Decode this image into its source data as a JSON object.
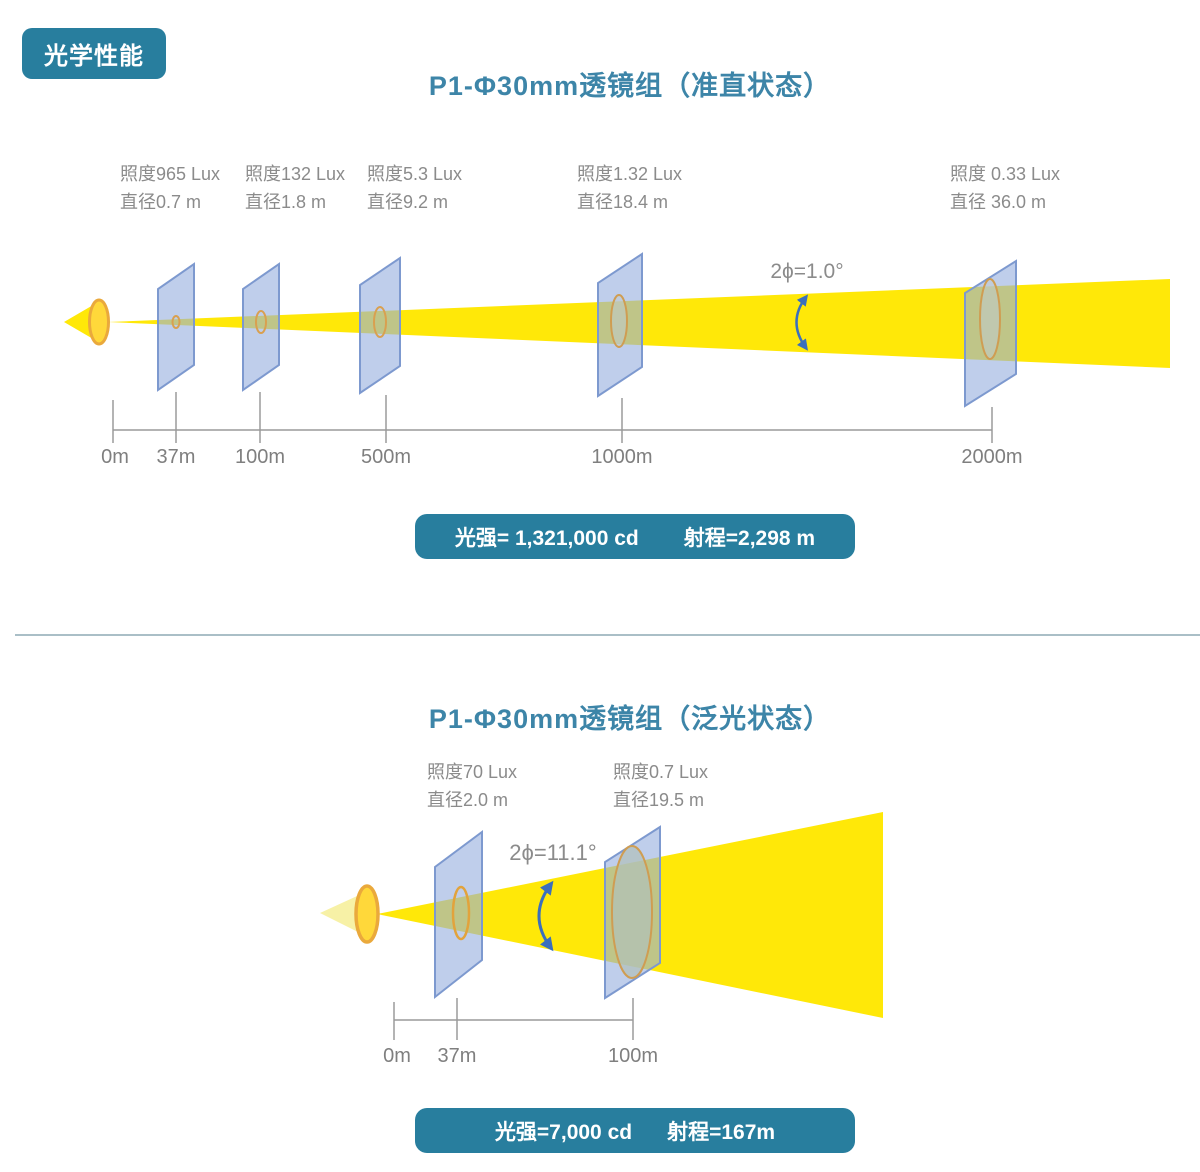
{
  "badge": {
    "label": "光学性能"
  },
  "colors": {
    "teal": "#287e9e",
    "title_teal": "#3d85a8",
    "beam_yellow": "#ffe808",
    "pale_yellow": "#f7f1a6",
    "screen_blue": "#94add d",
    "arrow_blue": "#3b6fbd",
    "label_gray": "#8b8b8b"
  },
  "diagram1": {
    "title": "P1-Φ30mm透镜组（准直状态）",
    "angle_label": "2ϕ=1.0°",
    "screens": [
      {
        "illuminance": "照度965 Lux",
        "diameter": "直径0.7 m"
      },
      {
        "illuminance": "照度132 Lux",
        "diameter": "直径1.8 m"
      },
      {
        "illuminance": "照度5.3 Lux",
        "diameter": "直径9.2 m"
      },
      {
        "illuminance": "照度1.32 Lux",
        "diameter": "直径18.4 m"
      },
      {
        "illuminance": "照度 0.33 Lux",
        "diameter": "直径 36.0 m"
      }
    ],
    "axis_ticks": [
      "0m",
      "37m",
      "100m",
      "500m",
      "1000m",
      "2000m"
    ],
    "summary": {
      "intensity": "光强= 1,321,000 cd",
      "range": "射程=2,298 m"
    }
  },
  "diagram2": {
    "title": "P1-Φ30mm透镜组（泛光状态）",
    "angle_label": "2ϕ=11.1°",
    "screens": [
      {
        "illuminance": "照度70 Lux",
        "diameter": "直径2.0 m"
      },
      {
        "illuminance": "照度0.7 Lux",
        "diameter": "直径19.5 m"
      }
    ],
    "axis_ticks": [
      "0m",
      "37m",
      "100m"
    ],
    "summary": {
      "intensity": "光强=7,000 cd",
      "range": "射程=167m"
    }
  }
}
